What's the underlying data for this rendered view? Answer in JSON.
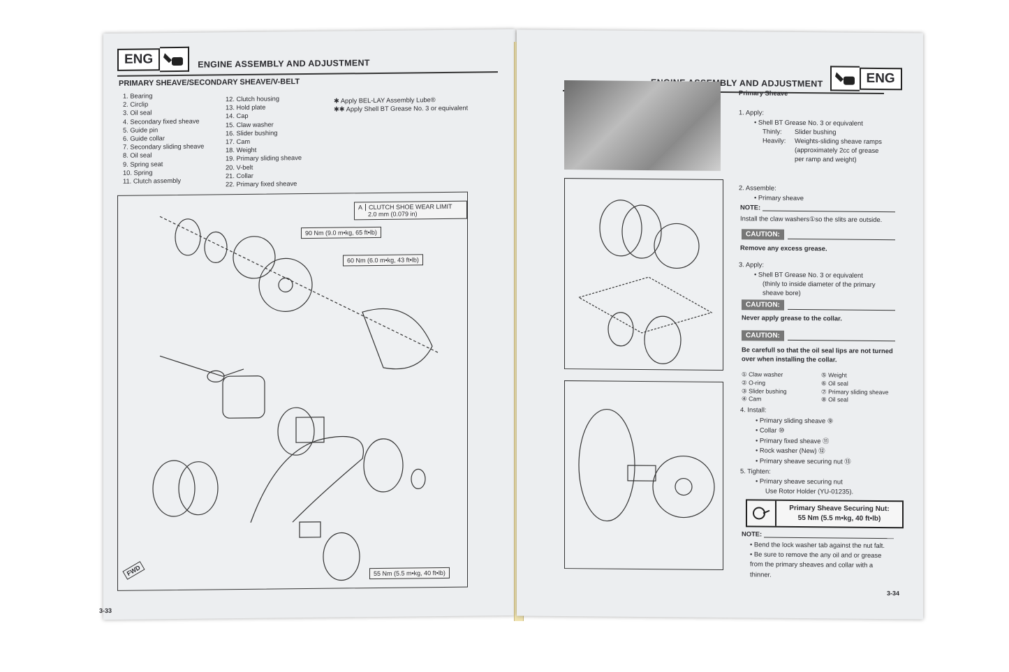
{
  "left": {
    "eng_label": "ENG",
    "title": "ENGINE ASSEMBLY AND ADJUSTMENT",
    "subtitle": "PRIMARY SHEAVE/SECONDARY SHEAVE/V-BELT",
    "parts_col1": [
      "1.  Bearing",
      "2.  Circlip",
      "3.  Oil seal",
      "4.  Secondary fixed sheave",
      "5.  Guide pin",
      "6.  Guide collar",
      "7.  Secondary sliding sheave",
      "8.  Oil seal",
      "9.  Spring seat",
      "10.  Spring",
      "11.  Clutch assembly"
    ],
    "parts_col2": [
      "12.  Clutch housing",
      "13.  Hold plate",
      "14.  Cap",
      "15.  Claw washer",
      "16.  Slider bushing",
      "17.  Cam",
      "18.  Weight",
      "19.  Primary sliding sheave",
      "20.  V-belt",
      "21.  Collar",
      "22.  Primary fixed sheave"
    ],
    "notes": [
      "✱  Apply BEL-LAY Assembly Lube®",
      "✱✱ Apply Shell BT Grease No. 3 or equivalent"
    ],
    "callouts": {
      "wear_letter": "A",
      "wear_title": "CLUTCH SHOE WEAR LIMIT",
      "wear_value": "2.0 mm (0.079 in)",
      "t90": "90 Nm (9.0 m•kg, 65 ft•lb)",
      "t60": "60 Nm (6.0 m•kg, 43 ft•lb)",
      "t55": "55 Nm (5.5 m•kg, 40 ft•lb)",
      "fwd": "FWD"
    },
    "page_number": "3-33"
  },
  "right": {
    "title": "ENGINE ASSEMBLY AND ADJUSTMENT",
    "eng_label": "ENG",
    "section": "Primary Sheave",
    "step1": "1.   Apply:",
    "step1_a": "•  Shell BT Grease No. 3 or equivalent",
    "step1_thin_k": "Thinly:",
    "step1_thin_v": "Slider bushing",
    "step1_heavy_k": "Heavily:",
    "step1_heavy_v": "Weights-sliding sheave ramps",
    "step1_heavy_v2": "(approximately 2cc of grease",
    "step1_heavy_v3": "per ramp and weight)",
    "step2": "2.   Assemble:",
    "step2_a": "•  Primary sheave",
    "note_label": "NOTE:",
    "note_text": "Install the claw washers①so the slits are outside.",
    "caution_label": "CAUTION:",
    "caution1": "Remove any excess grease.",
    "step3": "3.   Apply:",
    "step3_a": "•  Shell BT Grease No. 3 or equivalent",
    "step3_b": "(thinly to inside diameter of the primary",
    "step3_c": "sheave bore)",
    "caution2": "Never apply grease to the collar.",
    "caution3a": "Be carefull so that the oil seal lips are not turned",
    "caution3b": "over when installing the collar.",
    "legend_col1": [
      "① Claw washer",
      "② O-ring",
      "③ Slider bushing",
      "④ Cam"
    ],
    "legend_col2": [
      "⑤ Weight",
      "⑥ Oil seal",
      "⑦ Primary sliding sheave",
      "⑧ Oil seal"
    ],
    "step4": "4.   Install:",
    "step4_items": [
      "•  Primary sliding sheave ⑨",
      "•  Collar ⑩",
      "•  Primary fixed sheave ⑪",
      "•  Rock washer (New) ⑫",
      "•  Primary sheave securing nut ⑬"
    ],
    "step5": "5.   Tighten:",
    "step5_a": "•  Primary sheave securing nut",
    "step5_b": "Use Rotor Holder (YU-01235).",
    "torque_title": "Primary Sheave Securing Nut:",
    "torque_value": "55 Nm (5.5 m•kg, 40 ft•lb)",
    "note2_label": "NOTE:",
    "note2_items": [
      "•  Bend the lock washer tab against the nut falt.",
      "•  Be sure to remove the any oil and or grease",
      "from the primary sheaves and collar with a",
      "thinner."
    ],
    "page_number": "3-34"
  }
}
